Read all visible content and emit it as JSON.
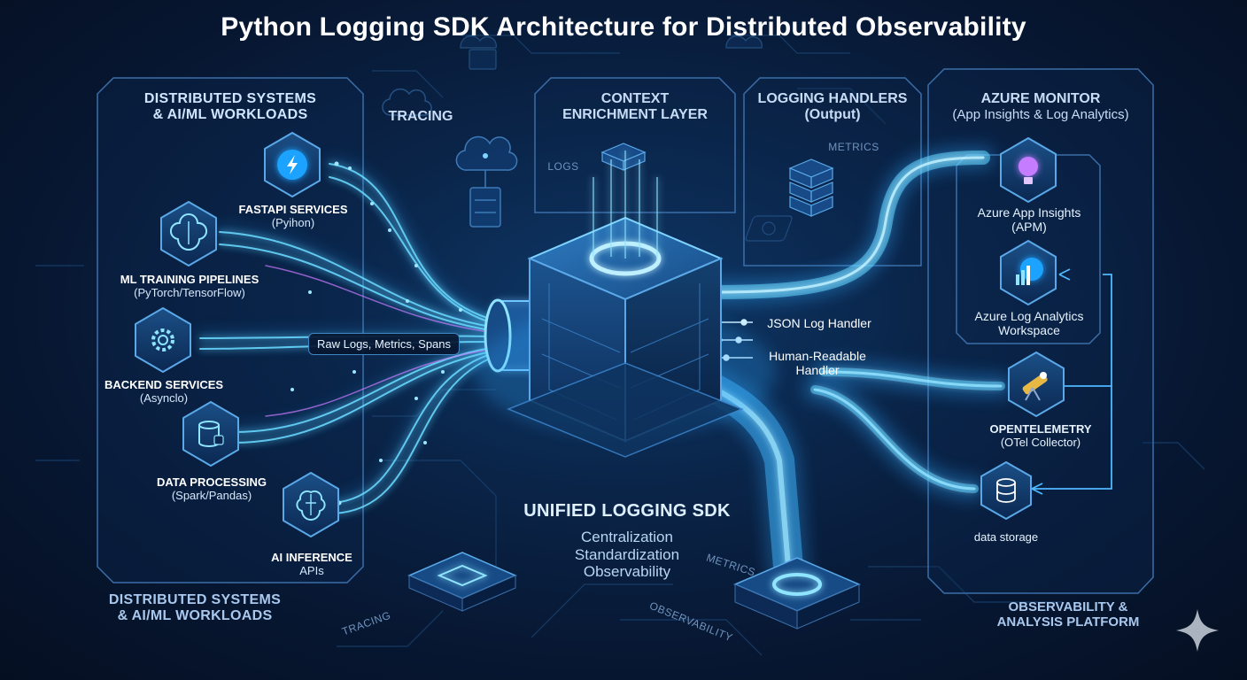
{
  "title": "Python Logging SDK Architecture for Distributed Observability",
  "columns": {
    "sources": {
      "header_line1": "DISTRIBUTED SYSTEMS",
      "header_line2": "& AI/ML WORKLOADS",
      "footer_line1": "DISTRIBUTED SYSTEMS",
      "footer_line2": "& AI/ML WORKLOADS"
    },
    "tracing": {
      "header": "TRACING"
    },
    "context": {
      "header_line1": "CONTEXT",
      "header_line2": "ENRICHMENT LAYER"
    },
    "handlers": {
      "header_line1": "LOGGING HANDLERS",
      "header_line2": "(Output)"
    },
    "azure": {
      "header_line1": "AZURE MONITOR",
      "header_line2": "(App Insights & Log Analytics)"
    }
  },
  "sources": [
    {
      "name": "FASTAPI SERVICES",
      "sub": "(Pyihon)",
      "icon": "lightning-icon"
    },
    {
      "name": "ML TRAINING PIPELINES",
      "sub": "(PyTorch/TensorFlow)",
      "icon": "brain-circuit-icon"
    },
    {
      "name": "BACKEND SERVICES",
      "sub": "(Asynclo)",
      "icon": "gear-icon"
    },
    {
      "name": "DATA PROCESSING",
      "sub": "(Spark/Pandas)",
      "icon": "database-icon"
    },
    {
      "name": "AI INFERENCE",
      "sub": "APIs",
      "icon": "ai-brain-icon"
    }
  ],
  "flow_label": "Raw Logs, Metrics, Spans",
  "faint_labels": {
    "logs": "LOGS",
    "metrics_top": "METRICS",
    "metrics_bottom": "METRICS",
    "tracing_bottom": "TRACING",
    "observability": "OBSERVABILITY"
  },
  "sdk": {
    "title": "UNIFIED LOGGING SDK",
    "lines": [
      "Centralization",
      "Standardization",
      "Observability"
    ]
  },
  "handlers": [
    {
      "label": "JSON Log Handler"
    },
    {
      "label_line1": "Human-Readable",
      "label_line2": "Handler"
    }
  ],
  "destinations": [
    {
      "name_line1": "Azure App Insights",
      "name_line2": "(APM)",
      "icon": "lightbulb-icon"
    },
    {
      "name_line1": "Azure Log Analytics",
      "name_line2": "Workspace",
      "icon": "analytics-chart-icon"
    },
    {
      "name_line1": "OPENTELEMETRY",
      "name_line2": "(OTel Collector)",
      "icon": "telescope-icon"
    },
    {
      "name_line1": "data storage",
      "icon": "database-icon"
    }
  ],
  "platform": {
    "line1": "OBSERVABILITY &",
    "line2": "ANALYSIS PLATFORM"
  },
  "colors": {
    "glow": "#5ad8ff",
    "accent": "#2ea8ff",
    "panel_stroke": "#3b6ea8",
    "background": "#071630"
  }
}
